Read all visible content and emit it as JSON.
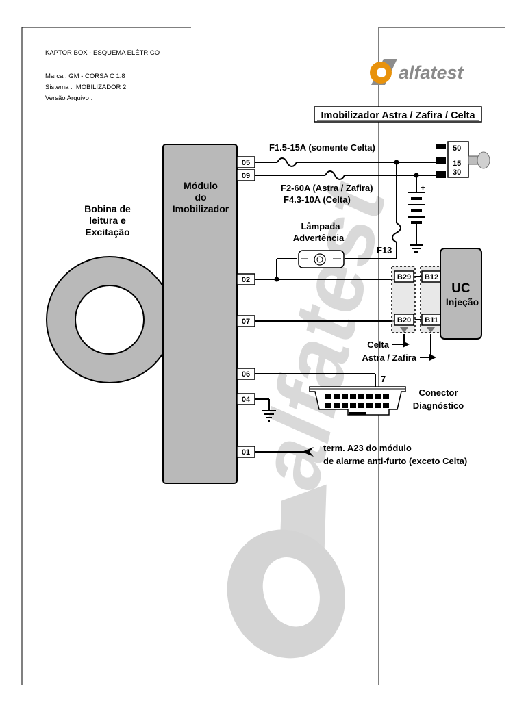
{
  "header": {
    "doc_title": "KAPTOR BOX - ESQUEMA ELÉTRICO",
    "marca": "Marca   : GM - CORSA C 1.8",
    "sistema": "Sistema : IMOBILIZADOR 2",
    "versao": "Versão Arquivo :"
  },
  "logo": {
    "letter": "a",
    "text": "alfatest",
    "watermark_text": "alfatest"
  },
  "diagram": {
    "title": "Imobilizador Astra / Zafira / Celta",
    "module_label": [
      "Módulo",
      "do",
      "Imobilizador"
    ],
    "coil_label": [
      "Bobina de",
      "leitura e",
      "Excitação"
    ],
    "pins": [
      "05",
      "09",
      "02",
      "07",
      "06",
      "04",
      "01"
    ],
    "fuse_f1": "F1.5-15A (somente Celta)",
    "fuse_f2": [
      "F2-60A (Astra / Zafira)",
      "F4.3-10A (Celta)"
    ],
    "fuse_f13": "F13",
    "ignition_pins": [
      "50",
      "15",
      "30"
    ],
    "battery_plus": "+",
    "lamp_label": [
      "Lâmpada",
      "Advertência"
    ],
    "ecu_label": [
      "UC",
      "Injeção"
    ],
    "ecu_pins_celta": [
      "B29",
      "B20"
    ],
    "ecu_pins_astra": [
      "B12",
      "B11"
    ],
    "celta_label": "Celta",
    "astra_label": "Astra / Zafira",
    "diag_pin": "7",
    "diag_label": [
      "Conector",
      "Diagnóstico"
    ],
    "alarm_label": [
      "term. A23 do módulo",
      "de alarme anti-furto (exceto Celta)"
    ]
  },
  "colors": {
    "module_fill": "#b9b9b9",
    "logo_orange": "#e8920c",
    "logo_gray": "#8c8c8c",
    "watermark": "#d4d4d4"
  }
}
